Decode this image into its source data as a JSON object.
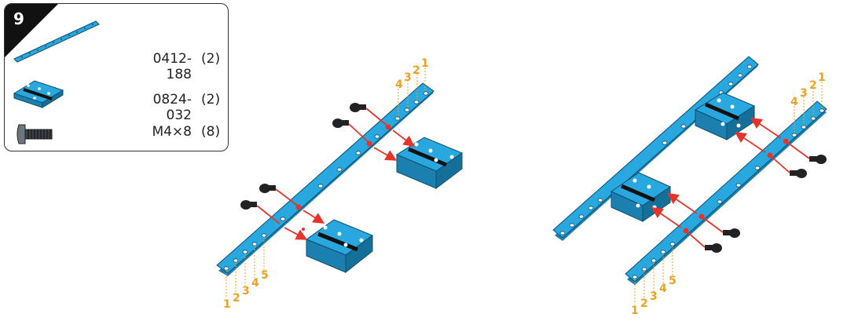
{
  "step": {
    "number": "9"
  },
  "parts": [
    {
      "code": "0412-188",
      "qty": "(2)",
      "icon": "beam-icon"
    },
    {
      "code": "0824-032",
      "qty": "(2)",
      "icon": "bracket-icon"
    },
    {
      "code": "M4×8",
      "qty": "(8)",
      "icon": "screw-icon"
    }
  ],
  "hole_labels": {
    "left_assembly_top": [
      "4",
      "3",
      "2",
      "1"
    ],
    "left_assembly_bottom": [
      "1",
      "2",
      "3",
      "4",
      "5"
    ],
    "right_assembly_top": [
      "4",
      "3",
      "2",
      "1"
    ],
    "right_assembly_bottom": [
      "1",
      "2",
      "3",
      "4",
      "5"
    ]
  },
  "colors": {
    "beam": "#29a8e0",
    "beam_dark": "#1b7fb0",
    "label": "#f0a020",
    "arrow": "#e8332a",
    "screw": "#222222"
  }
}
